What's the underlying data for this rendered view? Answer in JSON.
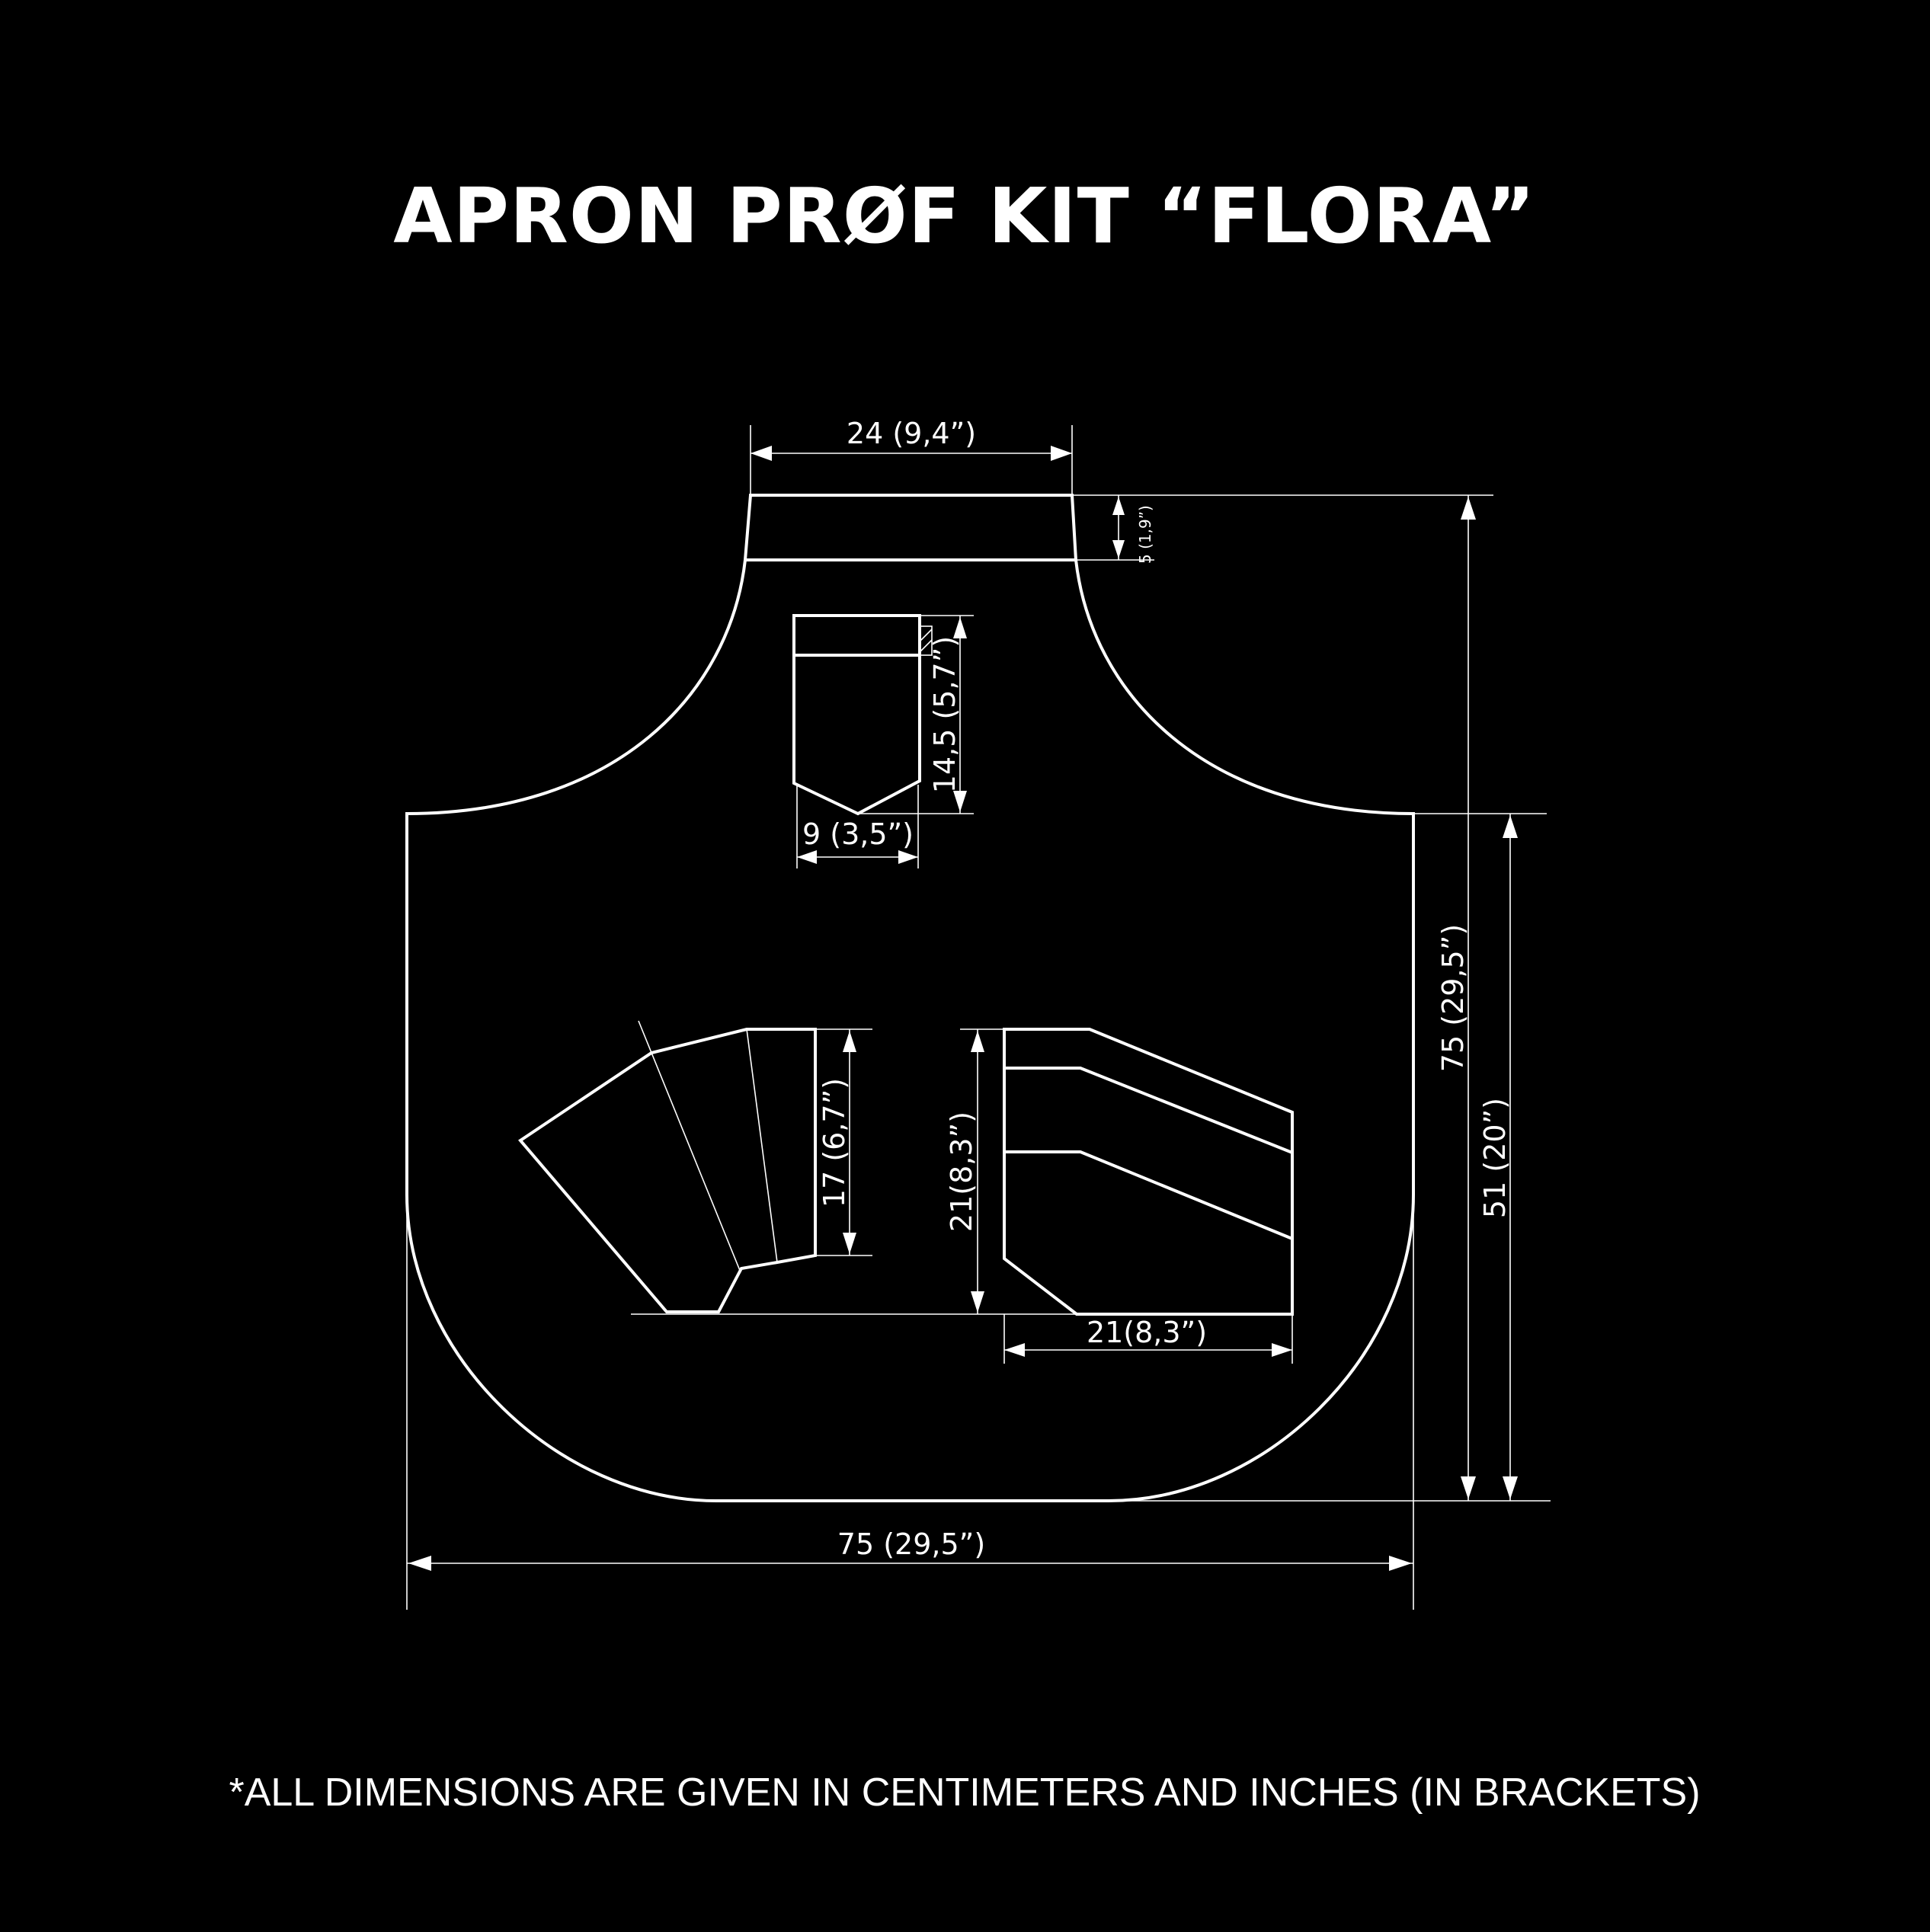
{
  "title": "APRON PRØF KIT “FLORA”",
  "footnote": "*ALL DIMENSIONS ARE GIVEN IN CENTIMETERS AND INCHES (IN BRACKETS)",
  "dimensions": {
    "neck_width": "24 (9,4”)",
    "neck_band_height": "5 (1,9”)",
    "chest_pocket_height": "14,5 (5,7”)",
    "chest_pocket_width": "9 (3,5”)",
    "total_height": "75 (29,5”)",
    "lower_height": "51 (20”)",
    "left_pocket_height": "17 (6,7”)",
    "right_pocket_height": "21(8,3”)",
    "right_pocket_width": "21(8,3”)",
    "total_width": "75 (29,5”)"
  }
}
